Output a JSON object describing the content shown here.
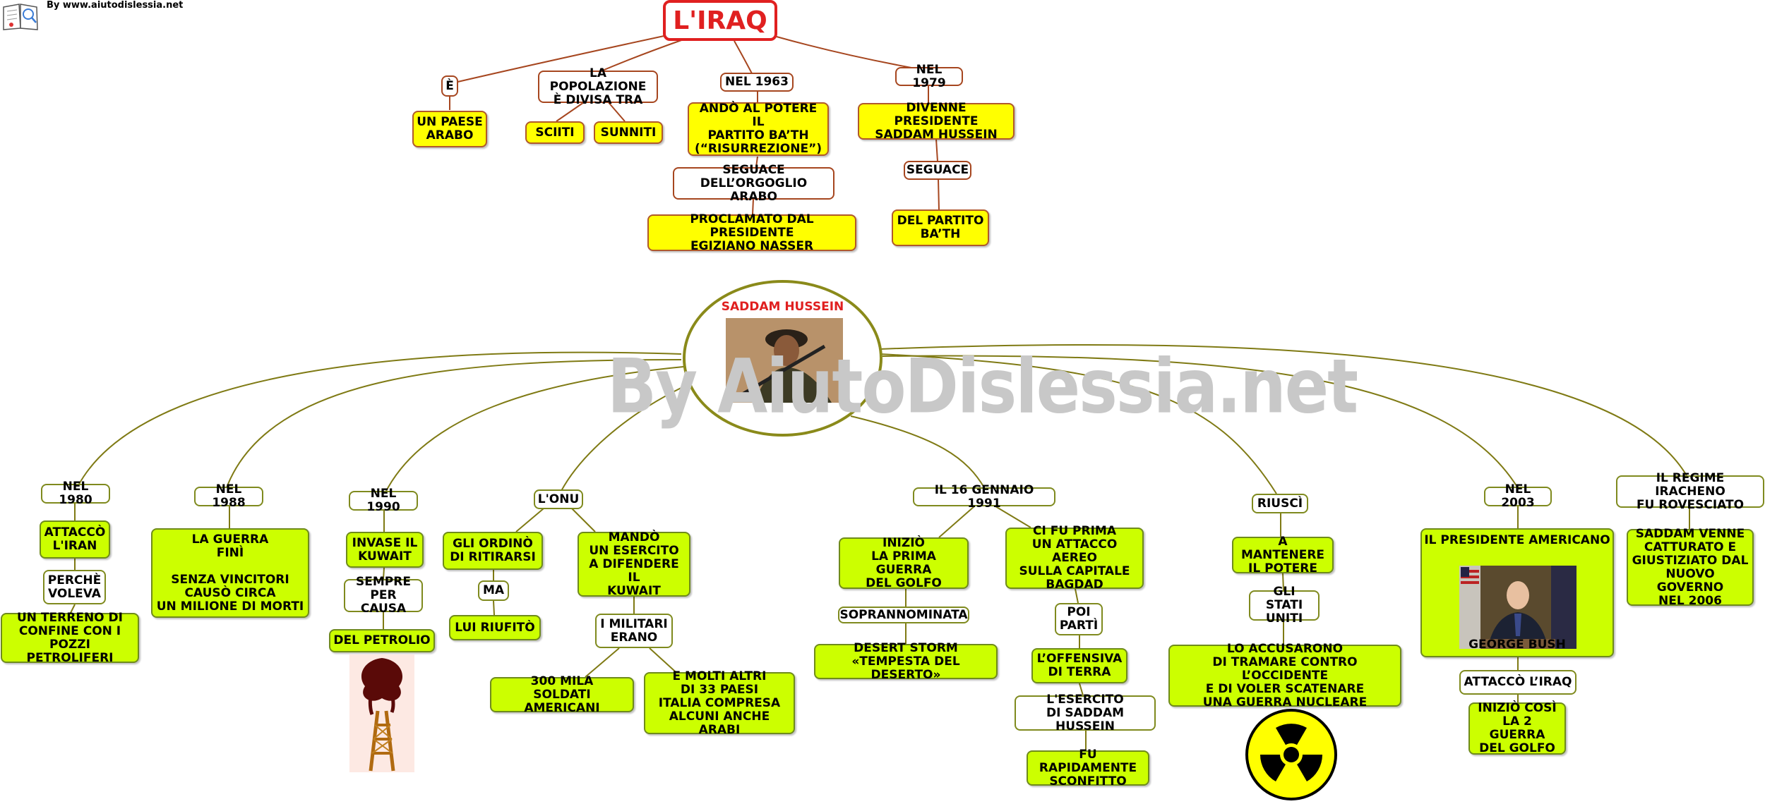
{
  "header": {
    "credit": "By www.aiutodislessia.net",
    "title": "L'IRAQ",
    "watermark": "By AiutoDislessia.net"
  },
  "center": {
    "label": "SADDAM HUSSEIN"
  },
  "top_branches": {
    "e": "È",
    "paese_arabo": "UN PAESE\nARABO",
    "popolazione": "LA POPOLAZIONE\nÈ DIVISA TRA",
    "sciiti": "SCIITI",
    "sunniti": "SUNNITI",
    "nel1963": "NEL 1963",
    "ando_potere": "ANDÒ AL POTERE IL\nPARTITO BA’TH\n(“RISURREZIONE”)",
    "seguace_orgoglio": "SEGUACE\nDELL’ORGOGLIO ARABO",
    "proclamato": "PROCLAMATO DAL PRESIDENTE\nEGIZIANO NASSER",
    "nel1979": "NEL 1979",
    "divenne": "DIVENNE PRESIDENTE\nSADDAM HUSSEIN",
    "seguace": "SEGUACE",
    "partito_bath": "DEL PARTITO\nBA’TH"
  },
  "bottom_branches": {
    "nel1980": "NEL 1980",
    "attacco_iran": "ATTACCÒ\nL'IRAN",
    "perche_voleva": "PERCHÈ\nVOLEVA",
    "terreno": "UN TERRENO DI\nCONFINE CON I\nPOZZI PETROLIFERI",
    "nel1988": "NEL 1988",
    "guerra_fini": "LA GUERRA\nFINÌ\n\nSENZA VINCITORI\nCAUSÒ CIRCA\nUN MILIONE DI MORTI",
    "nel1990": "NEL 1990",
    "invase_kuwait": "INVASE IL\nKUWAIT",
    "sempre_causa": "SEMPRE\nPER CAUSA",
    "del_petrolio": "DEL PETROLIO",
    "onu": "L'ONU",
    "ordino": "GLI ORDINÒ\nDI RITIRARSI",
    "ma": "MA",
    "rifiuto": "LUI RIUFITÒ",
    "mando": "MANDÒ\nUN ESERCITO\nA DIFENDERE IL\nKUWAIT",
    "militari": "I MILITARI\nERANO",
    "soldati": "300 MILA\nSOLDATI AMERICANI",
    "altri_paesi": "E MOLTI ALTRI\nDI  33 PAESI\nITALIA COMPRESA\nALCUNI ANCHE ARABI",
    "gennaio1991": "IL 16 GENNAIO 1991",
    "inizio_guerra": "INIZIÒ\nLA PRIMA GUERRA\nDEL GOLFO",
    "soprannominata": "SOPRANNOMINATA",
    "desert_storm": "DESERT STORM\n«TEMPESTA DEL DESERTO»",
    "attacco_aereo": "CI FU PRIMA\nUN ATTACCO AEREO\nSULLA CAPITALE\nBAGDAD",
    "poi_parti": "POI\nPARTÌ",
    "offensiva": "L’OFFENSIVA\nDI TERRA",
    "esercito": "L'ESERCITO\nDI SADDAM HUSSEIN",
    "sconfitto": "FU RAPIDAMENTE\nSCONFITTO",
    "riusci": "RIUSCÌ",
    "mantenere": "A MANTENERE\nIL POTERE",
    "stati_uniti": "GLI STATI\nUNITI",
    "accusarono": "LO ACCUSARONO\nDI TRAMARE CONTRO L’OCCIDENTE\nE DI VOLER SCATENARE\nUNA GUERRA NUCLEARE",
    "nel2003": "NEL 2003",
    "presidente_americano": "IL PRESIDENTE AMERICANO",
    "george_bush": "GEORGE BUSH",
    "attacco_iraq": "ATTACCÒ L’IRAQ",
    "seconda_guerra": "INIZIÒ COSÌ\nLA 2 GUERRA\nDEL GOLFO",
    "regime": "IL REGIME IRACHENO\nFU ROVESCIATO",
    "catturato": "SADDAM VENNE\nCATTURATO E\nGIUSTIZIATO DAL\nNUOVO GOVERNO\nNEL 2006"
  },
  "colors": {
    "title_red": "#e02020",
    "top_line": "#a6461f",
    "bottom_line": "#7f7a14",
    "yellow_node": "#ffff00",
    "green_node": "#ccff00"
  }
}
